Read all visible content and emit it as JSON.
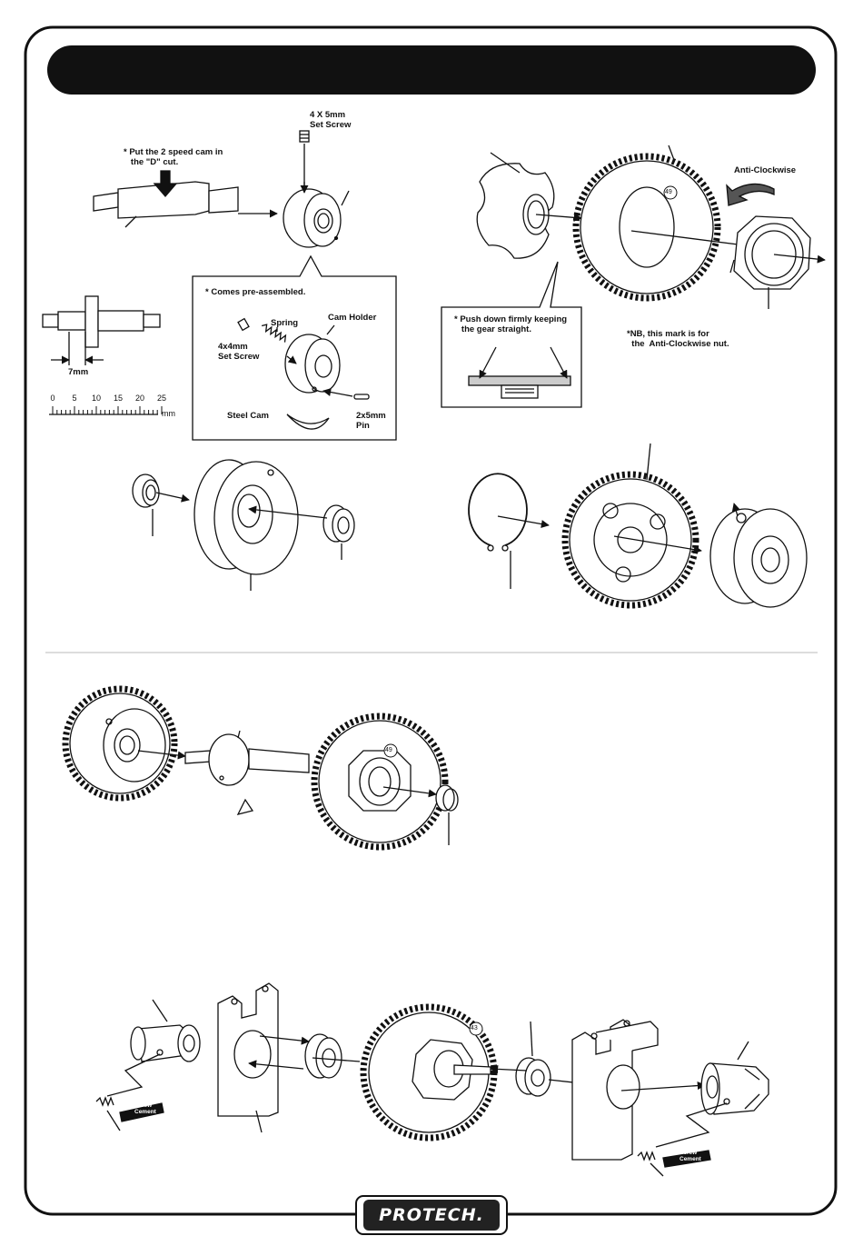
{
  "header": {
    "title": ""
  },
  "step1": {
    "cam_note": "* Put the 2 speed cam in\n   the \"D\" cut.",
    "set_screw": "4 X 5mm\nSet Screw",
    "preassembled": "* Comes pre-assembled.",
    "spring": "Spring",
    "cam_holder": "Cam Holder",
    "small_screw": "4x4mm\nSet Screw",
    "steel_cam": "Steel Cam",
    "pin": "2x5mm\nPin",
    "dim_7mm": "7mm",
    "scale_ticks": [
      "0",
      "5",
      "10",
      "15",
      "20",
      "25"
    ],
    "scale_unit": "mm"
  },
  "step2": {
    "rotation": "Anti-Clockwise",
    "gear_teeth": "49",
    "push_note": "* Push down firmly keeping\n   the gear straight.",
    "nb_note": "*NB, this mark is for\n  the  Anti-Clockwise nut."
  },
  "step5": {
    "gear_teeth": "49"
  },
  "step6": {
    "gear_teeth": "43",
    "screw_cement": "Screw\nCement"
  },
  "footer": {
    "logo": "PROTECH."
  }
}
